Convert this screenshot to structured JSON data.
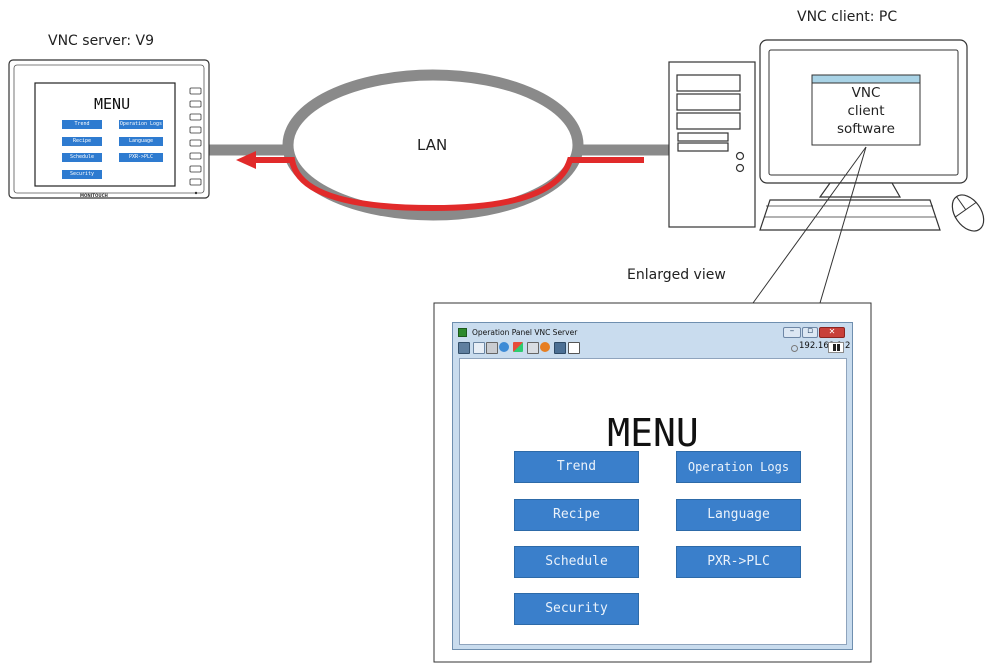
{
  "labels": {
    "vnc_server": "VNC server: V9",
    "vnc_client": "VNC client: PC",
    "lan": "LAN",
    "enlarged_view": "Enlarged view",
    "client_software_line1": "VNC",
    "client_software_line2": "client",
    "client_software_line3": "software",
    "hmi_brand": "MONITOUCH"
  },
  "menu": {
    "title": "MENU",
    "buttons": {
      "trend": "Trend",
      "operation_logs": "Operation Logs",
      "recipe": "Recipe",
      "language": "Language",
      "schedule": "Schedule",
      "pxr_plc": "PXR->PLC",
      "security": "Security"
    }
  },
  "window": {
    "title": "Operation Panel VNC Server",
    "ip_address": "192.168.1.2",
    "controls": {
      "minimize": "–",
      "maximize": "▫",
      "close": "✕"
    }
  },
  "colors": {
    "lan_ring": "#8a8a8a",
    "data_flow": "#e12a2a",
    "button_blue": "#3a7fcb",
    "window_frame": "#c9dcee"
  },
  "icons": [
    "display-icon",
    "connect-icon",
    "options-icon",
    "refresh-icon",
    "ctrl-alt-del-icon",
    "keyboard-icon",
    "stop-icon",
    "transfer-icon",
    "fullscreen-icon"
  ]
}
